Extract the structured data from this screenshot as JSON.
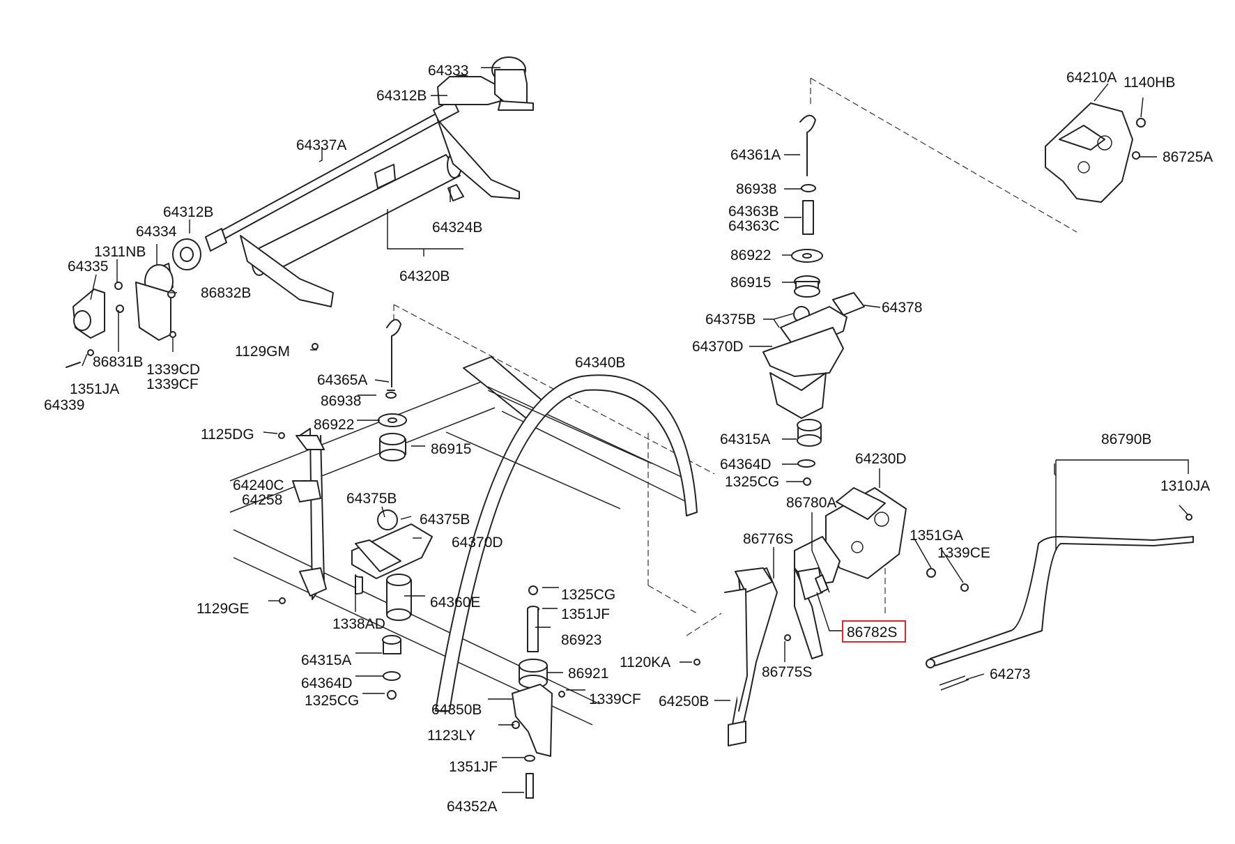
{
  "labels": {
    "p64333": "64333",
    "p64312B_top": "64312B",
    "p64337A": "64337A",
    "p64312B_left": "64312B",
    "p64334": "64334",
    "p1311NB": "1311NB",
    "p64335": "64335",
    "p86832B": "86832B",
    "p86831B": "86831B",
    "p1339CD": "1339CD",
    "p1339CF_a": "1339CF",
    "p1351JA": "1351JA",
    "p64339": "64339",
    "p64324B": "64324B",
    "p64320B": "64320B",
    "p1129GM": "1129GM",
    "p64365A": "64365A",
    "p86938_a": "86938",
    "p86922_a": "86922",
    "p86915_a": "86915",
    "p64340B": "64340B",
    "p1125DG": "1125DG",
    "p64240C": "64240C",
    "p64258": "64258",
    "p64375B_a": "64375B",
    "p64375B_b": "64375B",
    "p64370D_a": "64370D",
    "p1129GE": "1129GE",
    "p1338AD": "1338AD",
    "p64360E": "64360E",
    "p64315A_a": "64315A",
    "p64364D_a": "64364D",
    "p1325CG_a": "1325CG",
    "p1325CG_b": "1325CG",
    "p1351JF_a": "1351JF",
    "p86923": "86923",
    "p86921": "86921",
    "p1339CF_b": "1339CF",
    "p64350B": "64350B",
    "p1123LY": "1123LY",
    "p1351JF_b": "1351JF",
    "p64352A": "64352A",
    "p64361A": "64361A",
    "p86938_b": "86938",
    "p64363B": "64363B",
    "p64363C": "64363C",
    "p86922_b": "86922",
    "p86915_b": "86915",
    "p64375B_c": "64375B",
    "p64378": "64378",
    "p64370D_b": "64370D",
    "p64315A_b": "64315A",
    "p64364D_b": "64364D",
    "p1325CG_c": "1325CG",
    "p64230D": "64230D",
    "p86780A": "86780A",
    "p86776S": "86776S",
    "p1351GA": "1351GA",
    "p1339CE": "1339CE",
    "p86782S": "86782S",
    "p1120KA": "1120KA",
    "p86775S": "86775S",
    "p64250B": "64250B",
    "p86790B": "86790B",
    "p1310JA": "1310JA",
    "p64273": "64273",
    "p64210A": "64210A",
    "p1140HB": "1140HB",
    "p86725A": "86725A"
  },
  "highlighted_part": "86782S",
  "colors": {
    "line": "#222222",
    "highlight": "#e0262a",
    "background": "#ffffff"
  }
}
